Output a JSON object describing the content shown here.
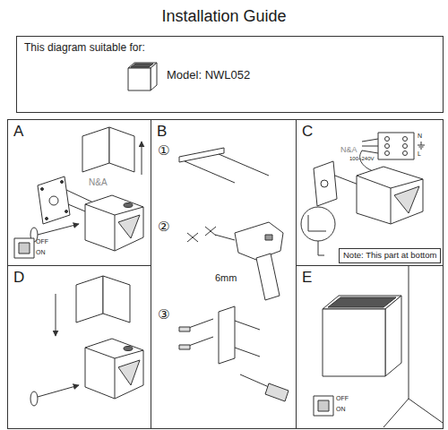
{
  "diagram": {
    "title": "Installation Guide",
    "nodes": [
      {
        "text": [
          "This diagram suitable for:",
          "Model: NWL052"
        ]
      },
      {
        "text": [
          "A"
        ]
      },
      {
        "text": [
          "B"
        ]
      },
      {
        "text": [
          "C"
        ]
      },
      {
        "text": [
          "Note: This part at bottom"
        ],
        "in": 3
      },
      {
        "text": [
          "D"
        ]
      },
      {
        "text": [
          "E"
        ]
      }
    ],
    "labels": [
      "OFF",
      "ON",
      "N&A",
      "①",
      "②",
      "6mm",
      "③",
      "N",
      "L",
      "100~240V",
      "N&A",
      "OFF",
      "ON"
    ]
  }
}
